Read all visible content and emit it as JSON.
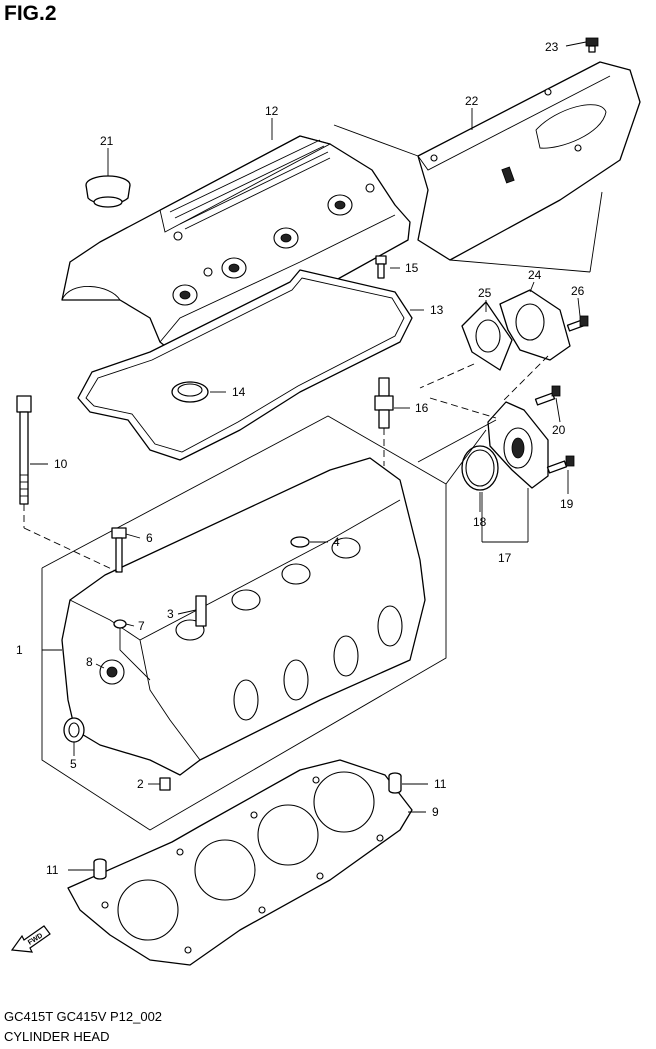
{
  "figure": {
    "title": "FIG.2",
    "model_code": "GC415T GC415V P12_002",
    "name": "CYLINDER HEAD",
    "fwd_marker": "FWD"
  },
  "callouts": [
    {
      "id": "c1",
      "label": "1"
    },
    {
      "id": "c2",
      "label": "2"
    },
    {
      "id": "c3",
      "label": "3"
    },
    {
      "id": "c4",
      "label": "4"
    },
    {
      "id": "c5",
      "label": "5"
    },
    {
      "id": "c6",
      "label": "6"
    },
    {
      "id": "c7",
      "label": "7"
    },
    {
      "id": "c8",
      "label": "8"
    },
    {
      "id": "c9",
      "label": "9"
    },
    {
      "id": "c10",
      "label": "10"
    },
    {
      "id": "c11a",
      "label": "11"
    },
    {
      "id": "c11b",
      "label": "11"
    },
    {
      "id": "c12",
      "label": "12"
    },
    {
      "id": "c13",
      "label": "13"
    },
    {
      "id": "c14",
      "label": "14"
    },
    {
      "id": "c15",
      "label": "15"
    },
    {
      "id": "c16",
      "label": "16"
    },
    {
      "id": "c17",
      "label": "17"
    },
    {
      "id": "c18",
      "label": "18"
    },
    {
      "id": "c19",
      "label": "19"
    },
    {
      "id": "c20",
      "label": "20"
    },
    {
      "id": "c21",
      "label": "21"
    },
    {
      "id": "c22",
      "label": "22"
    },
    {
      "id": "c23",
      "label": "23"
    },
    {
      "id": "c24",
      "label": "24"
    },
    {
      "id": "c25",
      "label": "25"
    },
    {
      "id": "c26",
      "label": "26"
    }
  ]
}
